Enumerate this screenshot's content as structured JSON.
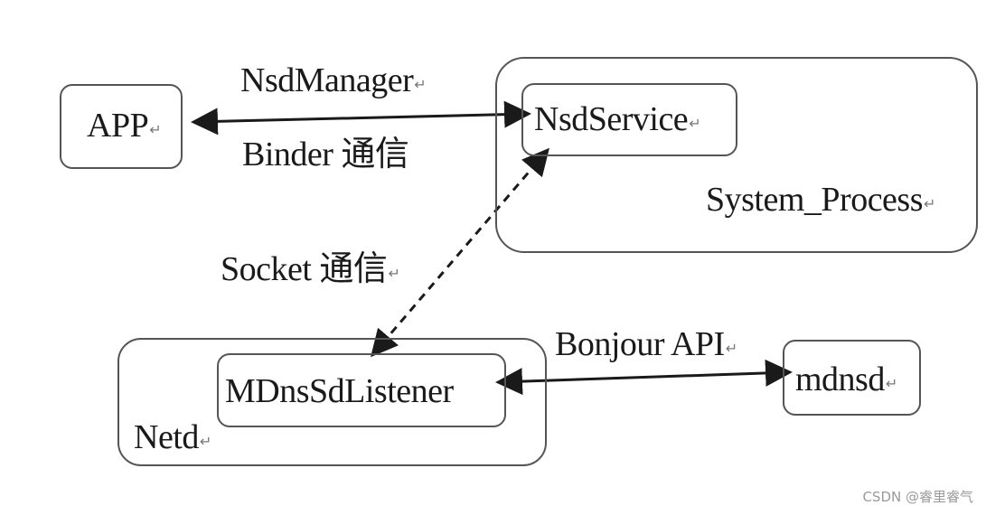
{
  "nodes": {
    "app": "APP",
    "nsd_service": "NsdService",
    "system_process": "System_Process",
    "netd": "Netd",
    "mdns_listener": "MDnsSdListener",
    "mdnsd": "mdnsd"
  },
  "edges": {
    "nsd_manager": "NsdManager",
    "binder": "Binder 通信",
    "socket": "Socket 通信",
    "bonjour": "Bonjour API"
  },
  "glyphs": {
    "return_mark": "↵"
  },
  "watermark": "CSDN @睿里睿气",
  "colors": {
    "stroke": "#1a1a1a",
    "border": "#555555"
  }
}
